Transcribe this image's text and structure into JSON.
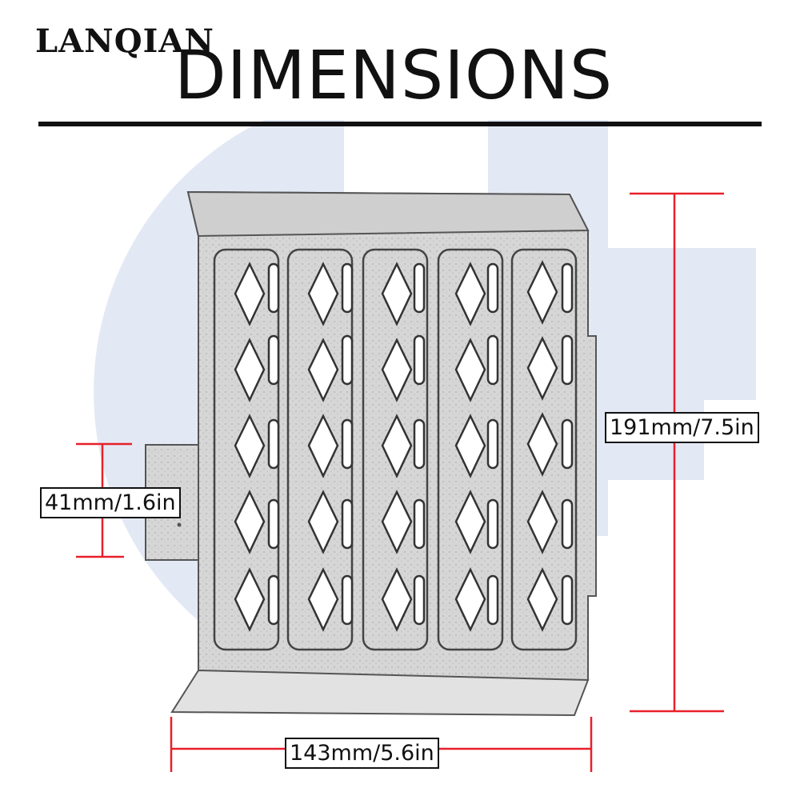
{
  "brand": "LANQIAN",
  "heading": "DIMENSIONS",
  "dimensions": {
    "height": "191mm/7.5in",
    "tab_height": "41mm/1.6in",
    "width": "143mm/5.6in"
  },
  "colors": {
    "dimension_line": "#e8202a",
    "watermark": "#dfe6f3",
    "plate": "#d9d9d9",
    "outline": "#555555"
  },
  "icons": [
    "lanqian-logo",
    "radiator-guard-plate"
  ]
}
